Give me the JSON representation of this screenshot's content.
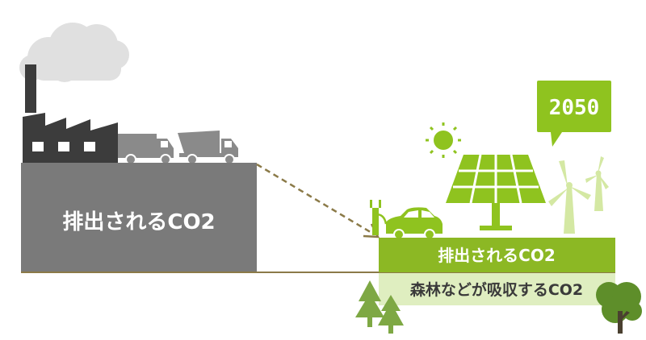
{
  "left_block": {
    "label": "排出されるCO2",
    "color": "#7a7a7a"
  },
  "right_block": {
    "emission_label": "排出されるCO2",
    "absorption_label": "森林などが吸収するCO2",
    "emission_color": "#8cb824",
    "absorption_color": "#dfeec0"
  },
  "callout": {
    "year": "2050",
    "color": "#8fc31f"
  },
  "colors": {
    "factory": "#3c3c3c",
    "truck": "#8a8a8a",
    "cloud": "#e0e0e0",
    "solar": "#8fc31f",
    "wind": "#d4e8a3",
    "sun": "#8fc31f",
    "arrow": "#8b7a48",
    "ground_line": "#8b7a48",
    "tree": "#7ea844",
    "tree_round": "#5e8e2a"
  },
  "icons": {
    "factory": "factory-icon",
    "clouds": "smoke-cloud-icon",
    "truck_1": "box-truck-icon",
    "truck_2": "dump-truck-icon",
    "sun": "sun-icon",
    "solar": "solar-panel-icon",
    "wind": "wind-turbine-icon",
    "car": "electric-car-icon",
    "tree_conifer": "conifer-tree-icon",
    "tree_round": "round-tree-icon"
  }
}
